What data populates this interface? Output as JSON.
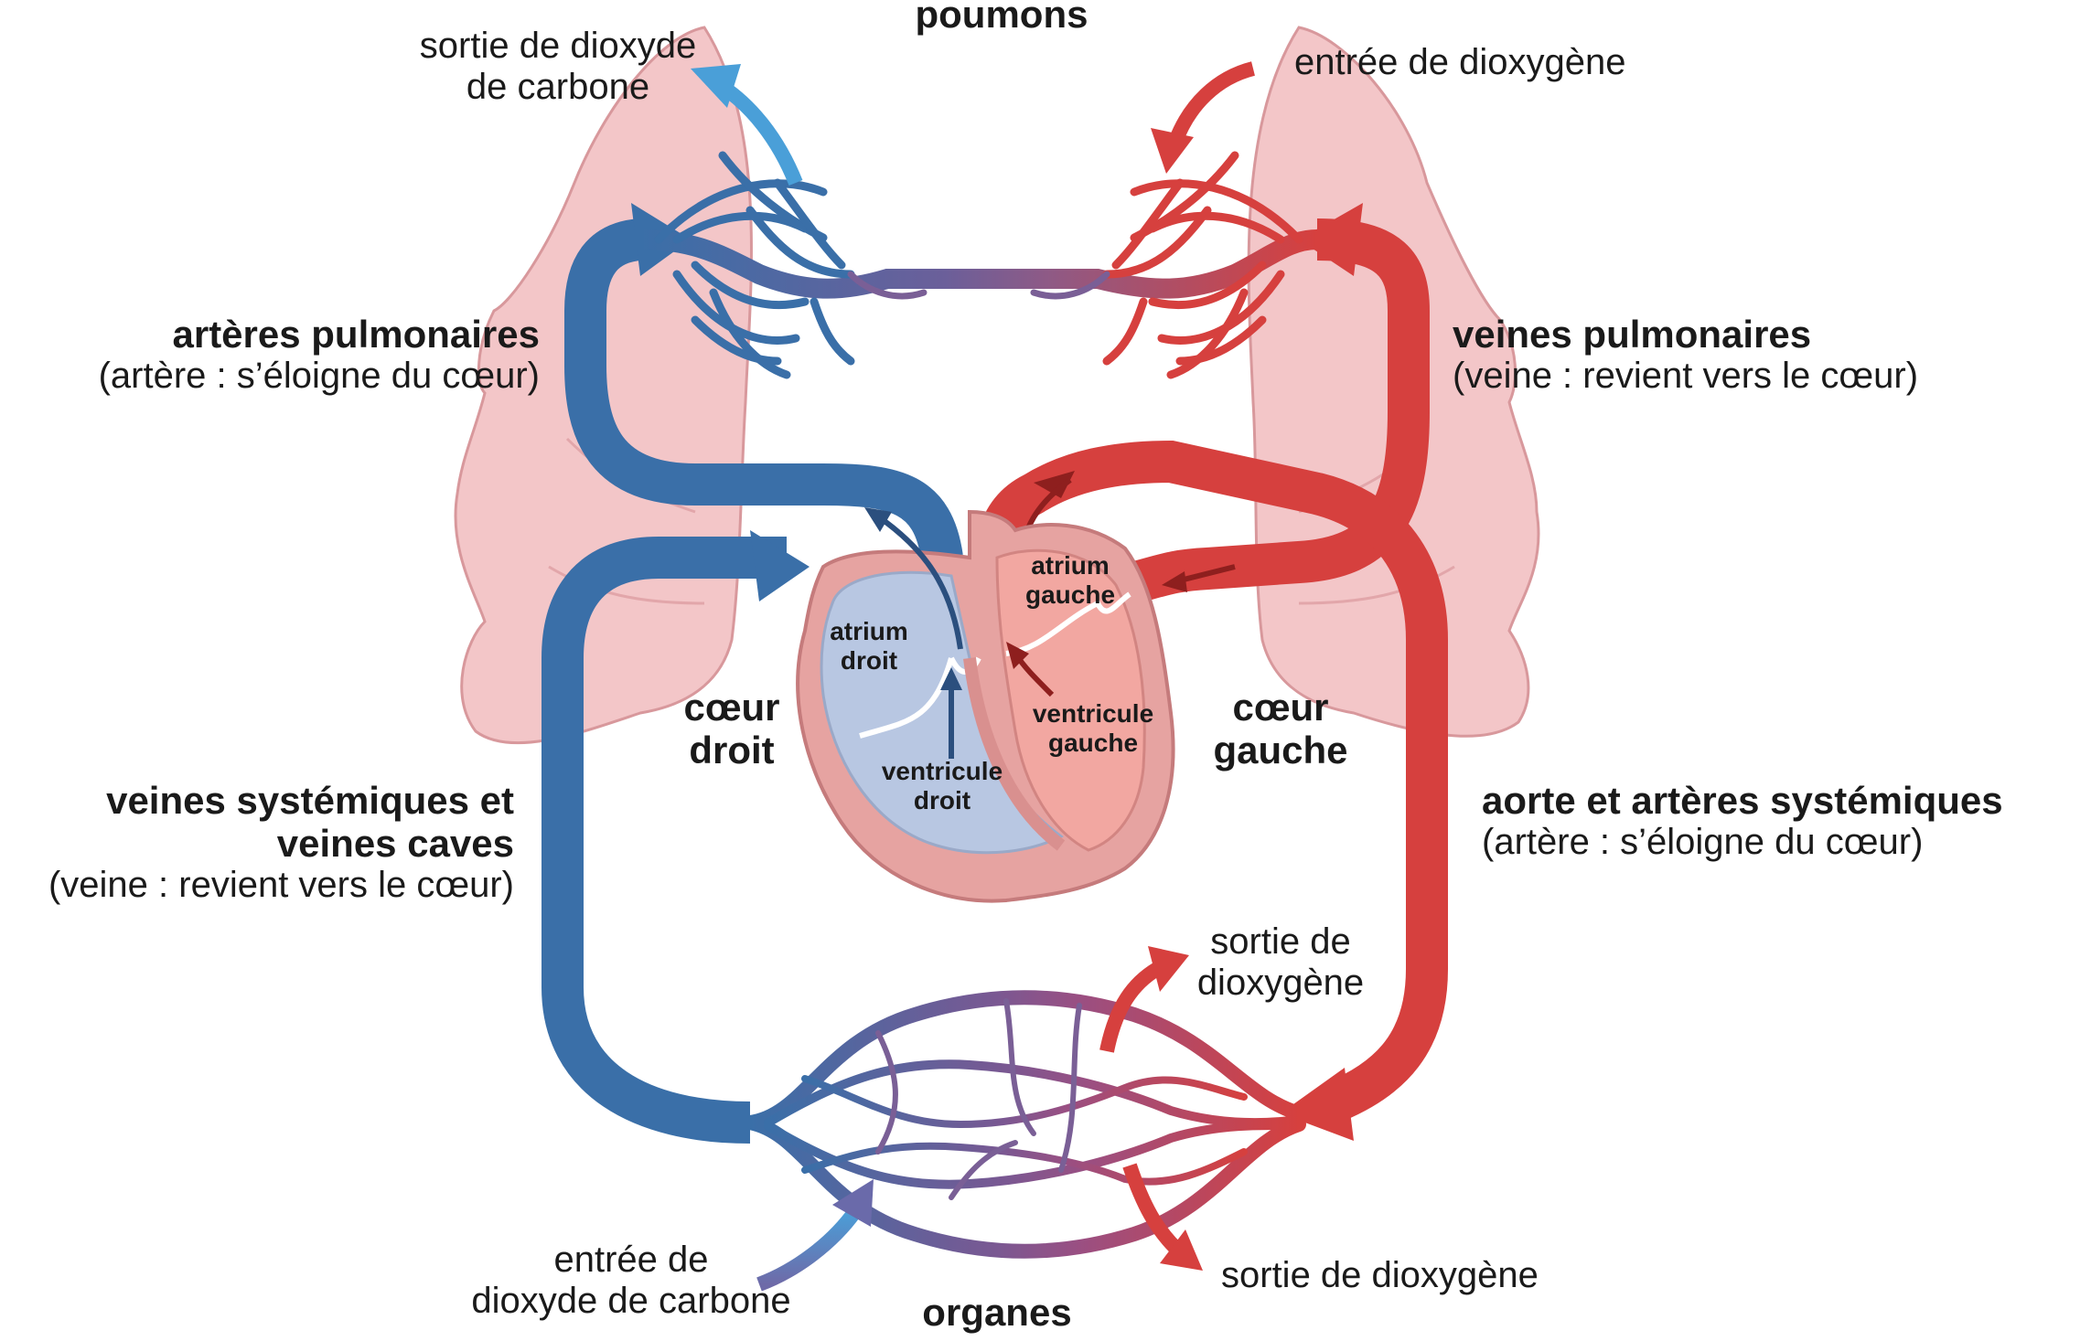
{
  "colors": {
    "blue": "#3a6fa8",
    "blue_dark": "#2b5a8e",
    "red": "#d6403e",
    "red_dark": "#b8302f",
    "lung_fill": "#f2c4c6",
    "lung_stroke": "#d99599",
    "heart_outer": "#e9a6a4",
    "heart_right_chamber": "#b9c8e2",
    "heart_left_chamber": "#f2a7a1",
    "arrow_light_blue": "#4a9fd8"
  },
  "labels": {
    "lungs": "poumons",
    "organs": "organes",
    "co2_out_lungs": [
      "sortie de dioxyde",
      "de carbone"
    ],
    "o2_in_lungs": "entrée de dioxygène",
    "pulmonary_arteries_title": "artères pulmonaires",
    "pulmonary_arteries_note": "(artère : s’éloigne du cœur)",
    "pulmonary_veins_title": "veines pulmonaires",
    "pulmonary_veins_note": "(veine : revient vers le cœur)",
    "systemic_veins_title": [
      "veines systémiques et",
      "veines caves"
    ],
    "systemic_veins_note": "(veine : revient vers le cœur)",
    "aorta_title": "aorte et artères systémiques",
    "aorta_note": "(artère : s’éloigne du cœur)",
    "right_heart": [
      "cœur",
      "droit"
    ],
    "left_heart": [
      "cœur",
      "gauche"
    ],
    "right_atrium": [
      "atrium",
      "droit"
    ],
    "right_ventricle": [
      "ventricule",
      "droit"
    ],
    "left_atrium": [
      "atrium",
      "gauche"
    ],
    "left_ventricle": [
      "ventricule",
      "gauche"
    ],
    "o2_out_organs_top": [
      "sortie de",
      "dioxygène"
    ],
    "o2_out_organs_bottom": "sortie de dioxygène",
    "co2_in_organs": [
      "entrée de",
      "dioxyde de carbone"
    ]
  }
}
